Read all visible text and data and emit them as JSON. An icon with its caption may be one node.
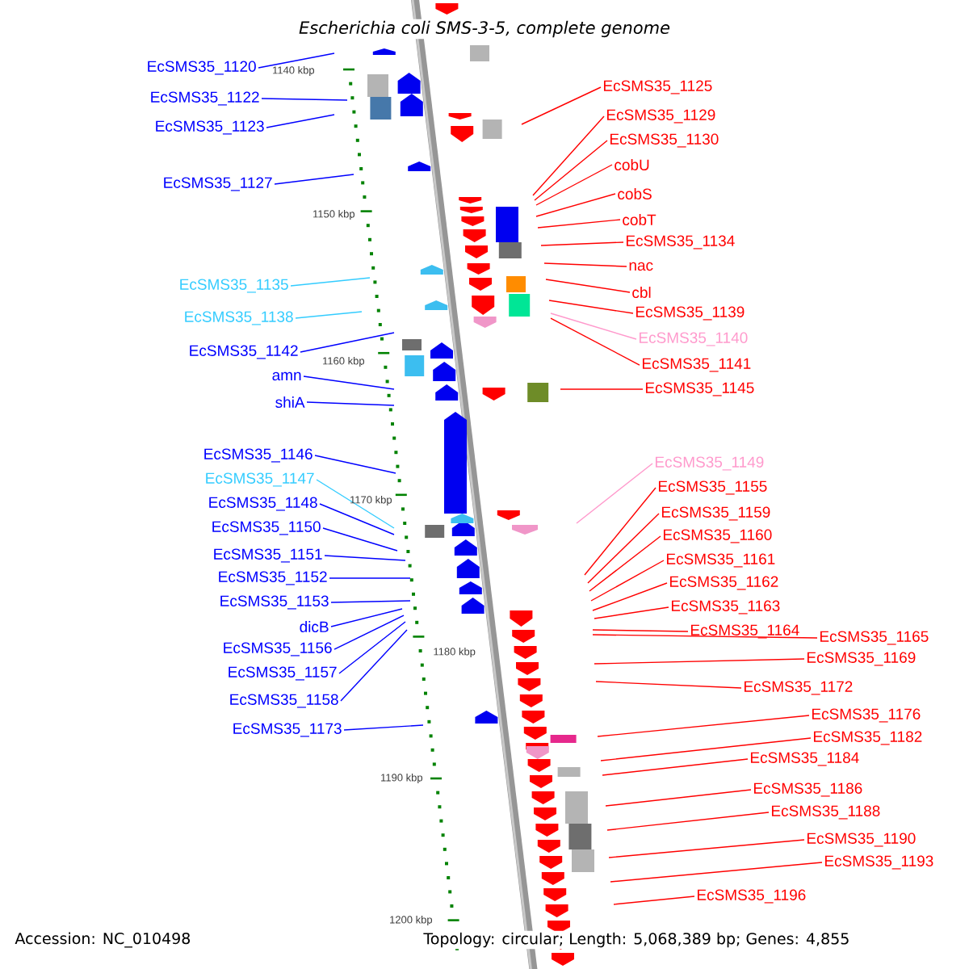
{
  "diagram": {
    "title": "Escherichia coli SMS-3-5, complete genome",
    "nodes": [
      {
        "text": [
          "EcSMS35_1120"
        ]
      },
      {
        "text": [
          "EcSMS35_1122"
        ]
      },
      {
        "text": [
          "EcSMS35_1123"
        ]
      },
      {
        "text": [
          "EcSMS35_1127"
        ]
      },
      {
        "text": [
          "EcSMS35_1135"
        ]
      },
      {
        "text": [
          "EcSMS35_1138"
        ]
      },
      {
        "text": [
          "EcSMS35_1142"
        ]
      },
      {
        "text": [
          "amn"
        ]
      },
      {
        "text": [
          "shiA"
        ]
      },
      {
        "text": [
          "EcSMS35_1146"
        ]
      },
      {
        "text": [
          "EcSMS35_1147"
        ]
      },
      {
        "text": [
          "EcSMS35_1148"
        ]
      },
      {
        "text": [
          "EcSMS35_1150"
        ]
      },
      {
        "text": [
          "EcSMS35_1151"
        ]
      },
      {
        "text": [
          "EcSMS35_1152"
        ]
      },
      {
        "text": [
          "EcSMS35_1153"
        ]
      },
      {
        "text": [
          "dicB"
        ]
      },
      {
        "text": [
          "EcSMS35_1156"
        ]
      },
      {
        "text": [
          "EcSMS35_1157"
        ]
      },
      {
        "text": [
          "EcSMS35_1158"
        ]
      },
      {
        "text": [
          "EcSMS35_1173"
        ]
      },
      {
        "text": [
          "EcSMS35_1125"
        ]
      },
      {
        "text": [
          "EcSMS35_1129"
        ]
      },
      {
        "text": [
          "EcSMS35_1130"
        ]
      },
      {
        "text": [
          "cobU"
        ]
      },
      {
        "text": [
          "cobS"
        ]
      },
      {
        "text": [
          "cobT"
        ]
      },
      {
        "text": [
          "EcSMS35_1134"
        ]
      },
      {
        "text": [
          "nac"
        ]
      },
      {
        "text": [
          "cbl"
        ]
      },
      {
        "text": [
          "EcSMS35_1139"
        ]
      },
      {
        "text": [
          "EcSMS35_1140"
        ]
      },
      {
        "text": [
          "EcSMS35_1141"
        ]
      },
      {
        "text": [
          "EcSMS35_1145"
        ]
      },
      {
        "text": [
          "EcSMS35_1149"
        ]
      },
      {
        "text": [
          "EcSMS35_1155"
        ]
      },
      {
        "text": [
          "EcSMS35_1159"
        ]
      },
      {
        "text": [
          "EcSMS35_1160"
        ]
      },
      {
        "text": [
          "EcSMS35_1161"
        ]
      },
      {
        "text": [
          "EcSMS35_1162"
        ]
      },
      {
        "text": [
          "EcSMS35_1163"
        ]
      },
      {
        "text": [
          "EcSMS35_1164"
        ]
      },
      {
        "text": [
          "EcSMS35_1165"
        ]
      },
      {
        "text": [
          "EcSMS35_1169"
        ]
      },
      {
        "text": [
          "EcSMS35_1172"
        ]
      },
      {
        "text": [
          "EcSMS35_1176"
        ]
      },
      {
        "text": [
          "EcSMS35_1182"
        ]
      },
      {
        "text": [
          "EcSMS35_1184"
        ]
      },
      {
        "text": [
          "EcSMS35_1186"
        ]
      },
      {
        "text": [
          "EcSMS35_1188"
        ]
      },
      {
        "text": [
          "EcSMS35_1190"
        ]
      },
      {
        "text": [
          "EcSMS35_1193"
        ]
      },
      {
        "text": [
          "EcSMS35_1196"
        ]
      }
    ],
    "edges": [
      {
        "from": 0,
        "to": null,
        "arrow": "none",
        "color": "#0000ff"
      },
      {
        "from": 1,
        "to": null,
        "arrow": "none",
        "color": "#0000ff"
      },
      {
        "from": 2,
        "to": null,
        "arrow": "none",
        "color": "#0000ff"
      },
      {
        "from": 3,
        "to": null,
        "arrow": "none",
        "color": "#0000ff"
      },
      {
        "from": 4,
        "to": null,
        "arrow": "none",
        "color": "#33ccff"
      },
      {
        "from": 5,
        "to": null,
        "arrow": "none",
        "color": "#33ccff"
      },
      {
        "from": 6,
        "to": null,
        "arrow": "none",
        "color": "#0000ff"
      },
      {
        "from": 7,
        "to": null,
        "arrow": "none",
        "color": "#0000ff"
      },
      {
        "from": 8,
        "to": null,
        "arrow": "none",
        "color": "#0000ff"
      },
      {
        "from": 9,
        "to": null,
        "arrow": "none",
        "color": "#0000ff"
      },
      {
        "from": 10,
        "to": null,
        "arrow": "none",
        "color": "#33ccff"
      },
      {
        "from": 11,
        "to": null,
        "arrow": "none",
        "color": "#0000ff"
      },
      {
        "from": 12,
        "to": null,
        "arrow": "none",
        "color": "#0000ff"
      },
      {
        "from": 13,
        "to": null,
        "arrow": "none",
        "color": "#0000ff"
      },
      {
        "from": 14,
        "to": null,
        "arrow": "none",
        "color": "#0000ff"
      },
      {
        "from": 15,
        "to": null,
        "arrow": "none",
        "color": "#0000ff"
      },
      {
        "from": 16,
        "to": null,
        "arrow": "none",
        "color": "#0000ff"
      },
      {
        "from": 17,
        "to": null,
        "arrow": "none",
        "color": "#0000ff"
      },
      {
        "from": 18,
        "to": null,
        "arrow": "none",
        "color": "#0000ff"
      },
      {
        "from": 19,
        "to": null,
        "arrow": "none",
        "color": "#0000ff"
      },
      {
        "from": 20,
        "to": null,
        "arrow": "none",
        "color": "#0000ff"
      },
      {
        "from": 21,
        "to": null,
        "arrow": "none"
      },
      {
        "from": 22,
        "to": null,
        "arrow": "none"
      },
      {
        "from": 23,
        "to": null,
        "arrow": "none"
      },
      {
        "from": 24,
        "to": null,
        "arrow": "none"
      },
      {
        "from": 25,
        "to": null,
        "arrow": "none"
      },
      {
        "from": 26,
        "to": null,
        "arrow": "none"
      },
      {
        "from": 27,
        "to": null,
        "arrow": "none"
      },
      {
        "from": 28,
        "to": null,
        "arrow": "none"
      },
      {
        "from": 29,
        "to": null,
        "arrow": "none"
      },
      {
        "from": 30,
        "to": null,
        "arrow": "none"
      },
      {
        "from": 31,
        "to": null,
        "arrow": "none",
        "color": "#ff99cc"
      },
      {
        "from": 32,
        "to": null,
        "arrow": "none"
      },
      {
        "from": 33,
        "to": null,
        "arrow": "none"
      },
      {
        "from": 34,
        "to": null,
        "arrow": "none",
        "color": "#ff99cc"
      },
      {
        "from": 35,
        "to": null,
        "arrow": "none"
      },
      {
        "from": 36,
        "to": null,
        "arrow": "none"
      },
      {
        "from": 37,
        "to": null,
        "arrow": "none"
      },
      {
        "from": 38,
        "to": null,
        "arrow": "none"
      },
      {
        "from": 39,
        "to": null,
        "arrow": "none"
      },
      {
        "from": 40,
        "to": null,
        "arrow": "none"
      },
      {
        "from": 41,
        "to": null,
        "arrow": "none"
      },
      {
        "from": 42,
        "to": null,
        "arrow": "none"
      },
      {
        "from": 43,
        "to": null,
        "arrow": "none"
      },
      {
        "from": 44,
        "to": null,
        "arrow": "none"
      },
      {
        "from": 45,
        "to": null,
        "arrow": "none"
      },
      {
        "from": 46,
        "to": null,
        "arrow": "none"
      },
      {
        "from": 47,
        "to": null,
        "arrow": "none"
      },
      {
        "from": 48,
        "to": null,
        "arrow": "none"
      },
      {
        "from": 49,
        "to": null,
        "arrow": "none"
      },
      {
        "from": 50,
        "to": null,
        "arrow": "none"
      },
      {
        "from": 51,
        "to": null,
        "arrow": "none"
      },
      {
        "from": 52,
        "to": null,
        "arrow": "none"
      }
    ],
    "labels": [
      "1140 kbp",
      "1150 kbp",
      "1160 kbp",
      "1170 kbp",
      "1180 kbp",
      "1190 kbp",
      "1200 kbp",
      "Accession: NC_010498",
      "Topology: circular; Length: 5,068,389 bp; Genes: 4,855"
    ]
  }
}
